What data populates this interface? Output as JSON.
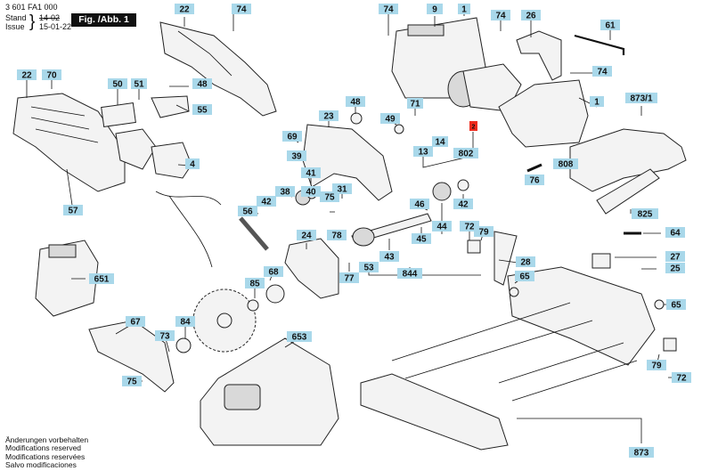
{
  "header": {
    "doc_number": "3 601 FA1 000",
    "stand_label": "Stand",
    "issue_label": "Issue",
    "brace": "}",
    "stand_value": "14-02",
    "issue_value": "15-01-22",
    "figure_label": "Fig. /Abb. 1"
  },
  "footer": {
    "lines": [
      "Änderungen vorbehalten",
      "Modifications reserved",
      "Modifications reservées",
      "Salvo modificaciones"
    ]
  },
  "parts": [
    {
      "id": "p22a",
      "text": "22"
    },
    {
      "id": "p74a",
      "text": "74"
    },
    {
      "id": "p74b",
      "text": "74"
    },
    {
      "id": "p9",
      "text": "9"
    },
    {
      "id": "p1a",
      "text": "1"
    },
    {
      "id": "p74c",
      "text": "74"
    },
    {
      "id": "p26",
      "text": "26"
    },
    {
      "id": "p61",
      "text": "61"
    },
    {
      "id": "p22b",
      "text": "22"
    },
    {
      "id": "p70",
      "text": "70"
    },
    {
      "id": "p50",
      "text": "50"
    },
    {
      "id": "p51",
      "text": "51"
    },
    {
      "id": "p48a",
      "text": "48"
    },
    {
      "id": "p55",
      "text": "55"
    },
    {
      "id": "p74d",
      "text": "74"
    },
    {
      "id": "p48b",
      "text": "48"
    },
    {
      "id": "p71",
      "text": "71"
    },
    {
      "id": "p23",
      "text": "23"
    },
    {
      "id": "p49",
      "text": "49"
    },
    {
      "id": "p1b",
      "text": "1"
    },
    {
      "id": "p8731",
      "text": "873/1"
    },
    {
      "id": "p69",
      "text": "69"
    },
    {
      "id": "p14",
      "text": "14"
    },
    {
      "id": "p13",
      "text": "13"
    },
    {
      "id": "p802",
      "text": "802"
    },
    {
      "id": "p808",
      "text": "808"
    },
    {
      "id": "p4",
      "text": "4"
    },
    {
      "id": "p39",
      "text": "39"
    },
    {
      "id": "p41",
      "text": "41"
    },
    {
      "id": "p40",
      "text": "40"
    },
    {
      "id": "p76",
      "text": "76"
    },
    {
      "id": "p57",
      "text": "57"
    },
    {
      "id": "p38",
      "text": "38"
    },
    {
      "id": "p31",
      "text": "31"
    },
    {
      "id": "p42a",
      "text": "42"
    },
    {
      "id": "p75a",
      "text": "75"
    },
    {
      "id": "p46",
      "text": "46"
    },
    {
      "id": "p42b",
      "text": "42"
    },
    {
      "id": "p56",
      "text": "56"
    },
    {
      "id": "p825",
      "text": "825"
    },
    {
      "id": "p24",
      "text": "24"
    },
    {
      "id": "p78",
      "text": "78"
    },
    {
      "id": "p45",
      "text": "45"
    },
    {
      "id": "p44",
      "text": "44"
    },
    {
      "id": "p72a",
      "text": "72"
    },
    {
      "id": "p79a",
      "text": "79"
    },
    {
      "id": "p64",
      "text": "64"
    },
    {
      "id": "p651",
      "text": "651"
    },
    {
      "id": "p43",
      "text": "43"
    },
    {
      "id": "p28",
      "text": "28"
    },
    {
      "id": "p27",
      "text": "27"
    },
    {
      "id": "p68",
      "text": "68"
    },
    {
      "id": "p53",
      "text": "53"
    },
    {
      "id": "p844",
      "text": "844"
    },
    {
      "id": "p25",
      "text": "25"
    },
    {
      "id": "p77",
      "text": "77"
    },
    {
      "id": "p65a",
      "text": "65"
    },
    {
      "id": "p85",
      "text": "85"
    },
    {
      "id": "p65b",
      "text": "65"
    },
    {
      "id": "p67",
      "text": "67"
    },
    {
      "id": "p84",
      "text": "84"
    },
    {
      "id": "p653",
      "text": "653"
    },
    {
      "id": "p73",
      "text": "73"
    },
    {
      "id": "p79b",
      "text": "79"
    },
    {
      "id": "p75b",
      "text": "75"
    },
    {
      "id": "p72b",
      "text": "72"
    },
    {
      "id": "p873",
      "text": "873"
    }
  ],
  "callout": {
    "text": "2",
    "color": "#ee2b1d"
  },
  "colors": {
    "label_fill": "#a9d8ea",
    "ink": "#111111"
  }
}
